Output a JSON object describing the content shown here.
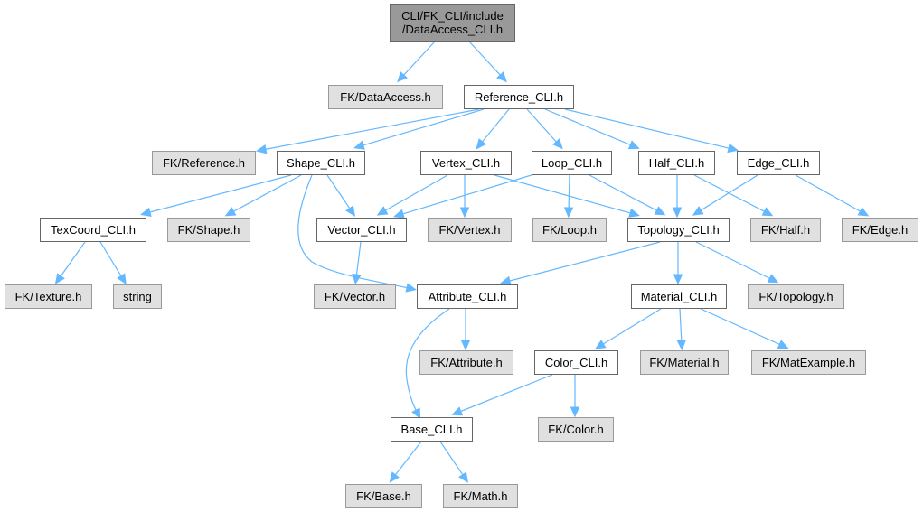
{
  "title": "CLI/FK_CLI/include/DataAccess_CLI.h",
  "colors": {
    "edge": "#63b8ff",
    "root_fill": "#999999",
    "local_fill": "#ffffff",
    "external_fill": "#e0e0e0"
  },
  "nodes": [
    {
      "id": "root",
      "kind": "root",
      "lines": [
        "CLI/FK_CLI/include",
        "/DataAccess_CLI.h"
      ]
    },
    {
      "id": "fk_dataaccess",
      "kind": "external",
      "lines": [
        "FK/DataAccess.h"
      ]
    },
    {
      "id": "reference_cli",
      "kind": "local",
      "lines": [
        "Reference_CLI.h"
      ]
    },
    {
      "id": "fk_reference",
      "kind": "external",
      "lines": [
        "FK/Reference.h"
      ]
    },
    {
      "id": "shape_cli",
      "kind": "local",
      "lines": [
        "Shape_CLI.h"
      ]
    },
    {
      "id": "vertex_cli",
      "kind": "local",
      "lines": [
        "Vertex_CLI.h"
      ]
    },
    {
      "id": "loop_cli",
      "kind": "local",
      "lines": [
        "Loop_CLI.h"
      ]
    },
    {
      "id": "half_cli",
      "kind": "local",
      "lines": [
        "Half_CLI.h"
      ]
    },
    {
      "id": "edge_cli",
      "kind": "local",
      "lines": [
        "Edge_CLI.h"
      ]
    },
    {
      "id": "texcoord_cli",
      "kind": "local",
      "lines": [
        "TexCoord_CLI.h"
      ]
    },
    {
      "id": "fk_shape",
      "kind": "external",
      "lines": [
        "FK/Shape.h"
      ]
    },
    {
      "id": "vector_cli",
      "kind": "local",
      "lines": [
        "Vector_CLI.h"
      ]
    },
    {
      "id": "fk_vertex",
      "kind": "external",
      "lines": [
        "FK/Vertex.h"
      ]
    },
    {
      "id": "fk_loop",
      "kind": "external",
      "lines": [
        "FK/Loop.h"
      ]
    },
    {
      "id": "topology_cli",
      "kind": "local",
      "lines": [
        "Topology_CLI.h"
      ]
    },
    {
      "id": "fk_half",
      "kind": "external",
      "lines": [
        "FK/Half.h"
      ]
    },
    {
      "id": "fk_edge",
      "kind": "external",
      "lines": [
        "FK/Edge.h"
      ]
    },
    {
      "id": "fk_texture",
      "kind": "external",
      "lines": [
        "FK/Texture.h"
      ]
    },
    {
      "id": "string",
      "kind": "external",
      "lines": [
        "string"
      ]
    },
    {
      "id": "fk_vector",
      "kind": "external",
      "lines": [
        "FK/Vector.h"
      ]
    },
    {
      "id": "attribute_cli",
      "kind": "local",
      "lines": [
        "Attribute_CLI.h"
      ]
    },
    {
      "id": "material_cli",
      "kind": "local",
      "lines": [
        "Material_CLI.h"
      ]
    },
    {
      "id": "fk_topology",
      "kind": "external",
      "lines": [
        "FK/Topology.h"
      ]
    },
    {
      "id": "fk_attribute",
      "kind": "external",
      "lines": [
        "FK/Attribute.h"
      ]
    },
    {
      "id": "color_cli",
      "kind": "local",
      "lines": [
        "Color_CLI.h"
      ]
    },
    {
      "id": "fk_material",
      "kind": "external",
      "lines": [
        "FK/Material.h"
      ]
    },
    {
      "id": "fk_matexample",
      "kind": "external",
      "lines": [
        "FK/MatExample.h"
      ]
    },
    {
      "id": "base_cli",
      "kind": "local",
      "lines": [
        "Base_CLI.h"
      ]
    },
    {
      "id": "fk_color",
      "kind": "external",
      "lines": [
        "FK/Color.h"
      ]
    },
    {
      "id": "fk_base",
      "kind": "external",
      "lines": [
        "FK/Base.h"
      ]
    },
    {
      "id": "fk_math",
      "kind": "external",
      "lines": [
        "FK/Math.h"
      ]
    }
  ],
  "edges": [
    {
      "from": "root",
      "to": "fk_dataaccess"
    },
    {
      "from": "root",
      "to": "reference_cli"
    },
    {
      "from": "reference_cli",
      "to": "fk_reference"
    },
    {
      "from": "reference_cli",
      "to": "shape_cli"
    },
    {
      "from": "reference_cli",
      "to": "vertex_cli"
    },
    {
      "from": "reference_cli",
      "to": "loop_cli"
    },
    {
      "from": "reference_cli",
      "to": "half_cli"
    },
    {
      "from": "reference_cli",
      "to": "edge_cli"
    },
    {
      "from": "shape_cli",
      "to": "texcoord_cli"
    },
    {
      "from": "shape_cli",
      "to": "fk_shape"
    },
    {
      "from": "shape_cli",
      "to": "vector_cli"
    },
    {
      "from": "shape_cli",
      "to": "attribute_cli"
    },
    {
      "from": "vertex_cli",
      "to": "vector_cli"
    },
    {
      "from": "vertex_cli",
      "to": "fk_vertex"
    },
    {
      "from": "vertex_cli",
      "to": "topology_cli"
    },
    {
      "from": "loop_cli",
      "to": "vector_cli"
    },
    {
      "from": "loop_cli",
      "to": "fk_loop"
    },
    {
      "from": "loop_cli",
      "to": "topology_cli"
    },
    {
      "from": "half_cli",
      "to": "topology_cli"
    },
    {
      "from": "half_cli",
      "to": "fk_half"
    },
    {
      "from": "edge_cli",
      "to": "topology_cli"
    },
    {
      "from": "edge_cli",
      "to": "fk_edge"
    },
    {
      "from": "texcoord_cli",
      "to": "fk_texture"
    },
    {
      "from": "texcoord_cli",
      "to": "string"
    },
    {
      "from": "vector_cli",
      "to": "fk_vector"
    },
    {
      "from": "topology_cli",
      "to": "attribute_cli"
    },
    {
      "from": "topology_cli",
      "to": "material_cli"
    },
    {
      "from": "topology_cli",
      "to": "fk_topology"
    },
    {
      "from": "attribute_cli",
      "to": "fk_attribute"
    },
    {
      "from": "attribute_cli",
      "to": "base_cli"
    },
    {
      "from": "material_cli",
      "to": "color_cli"
    },
    {
      "from": "material_cli",
      "to": "fk_material"
    },
    {
      "from": "material_cli",
      "to": "fk_matexample"
    },
    {
      "from": "color_cli",
      "to": "base_cli"
    },
    {
      "from": "color_cli",
      "to": "fk_color"
    },
    {
      "from": "base_cli",
      "to": "fk_base"
    },
    {
      "from": "base_cli",
      "to": "fk_math"
    }
  ]
}
